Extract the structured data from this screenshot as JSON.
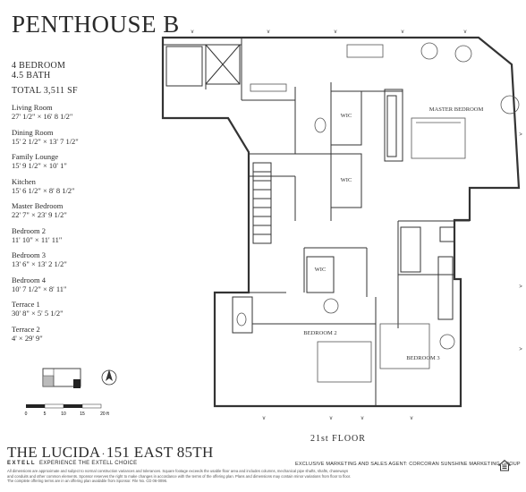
{
  "header": {
    "title": "PENTHOUSE B",
    "bedrooms": "4 BEDROOM",
    "baths": "4.5 BATH",
    "total": "TOTAL 3,511 SF"
  },
  "rooms": [
    {
      "name": "Living Room",
      "dims": "27' 1/2\" × 16' 8 1/2\""
    },
    {
      "name": "Dining Room",
      "dims": "15' 2 1/2\" × 13' 7 1/2\""
    },
    {
      "name": "Family Lounge",
      "dims": "15' 9 1/2\" × 10' 1\""
    },
    {
      "name": "Kitchen",
      "dims": "15' 6 1/2\" × 8' 8 1/2\""
    },
    {
      "name": "Master Bedroom",
      "dims": "22' 7\" × 23' 9 1/2\""
    },
    {
      "name": "Bedroom 2",
      "dims": "11' 10\" × 11' 11\""
    },
    {
      "name": "Bedroom 3",
      "dims": "13' 6\" × 13' 2 1/2\""
    },
    {
      "name": "Bedroom 4",
      "dims": "10' 7 1/2\" × 8' 11\""
    },
    {
      "name": "Terrace 1",
      "dims": "30' 8\" × 5' 5 1/2\""
    },
    {
      "name": "Terrace 2",
      "dims": "4' × 29' 9\""
    }
  ],
  "plan_labels": {
    "wic1": "WIC",
    "wic2": "WIC",
    "wic3": "WIC",
    "master": "MASTER BEDROOM",
    "bedroom2": "BEDROOM 2",
    "bedroom3": "BEDROOM 3"
  },
  "scale": {
    "ticks": [
      "0",
      "5",
      "10",
      "15",
      "20 ft"
    ]
  },
  "key_icon": "north-arrow-icon",
  "floor": "21st FLOOR",
  "footer": {
    "building": "THE LUCIDA",
    "separator": "·",
    "address": "151 EAST 85TH",
    "brand": "EXTELL",
    "brand_tagline": "EXPERIENCE THE EXTELL CHOICE",
    "agent": "EXCLUSIVE MARKETING AND SALES AGENT: CORCORAN SUNSHINE MARKETING GROUP",
    "disclaimer_1": "All dimensions are approximate and subject to normal construction variances and tolerances. Square footage exceeds the usable floor area and includes columns, mechanical pipe shafts, shafts, chaseways",
    "disclaimer_2": "and conduits and other common elements. Sponsor reserves the right to make changes in accordance with the terms of the offering plan. Plans and dimensions may contain minor variations from floor to floor.",
    "disclaimer_3": "The complete offering terms are in an offering plan available from Sponsor. File No. CD 06-0096.",
    "eho_icon": "equal-housing-icon"
  },
  "colors": {
    "ink": "#2a2a2a",
    "wall": "#333333",
    "line": "#666666"
  }
}
